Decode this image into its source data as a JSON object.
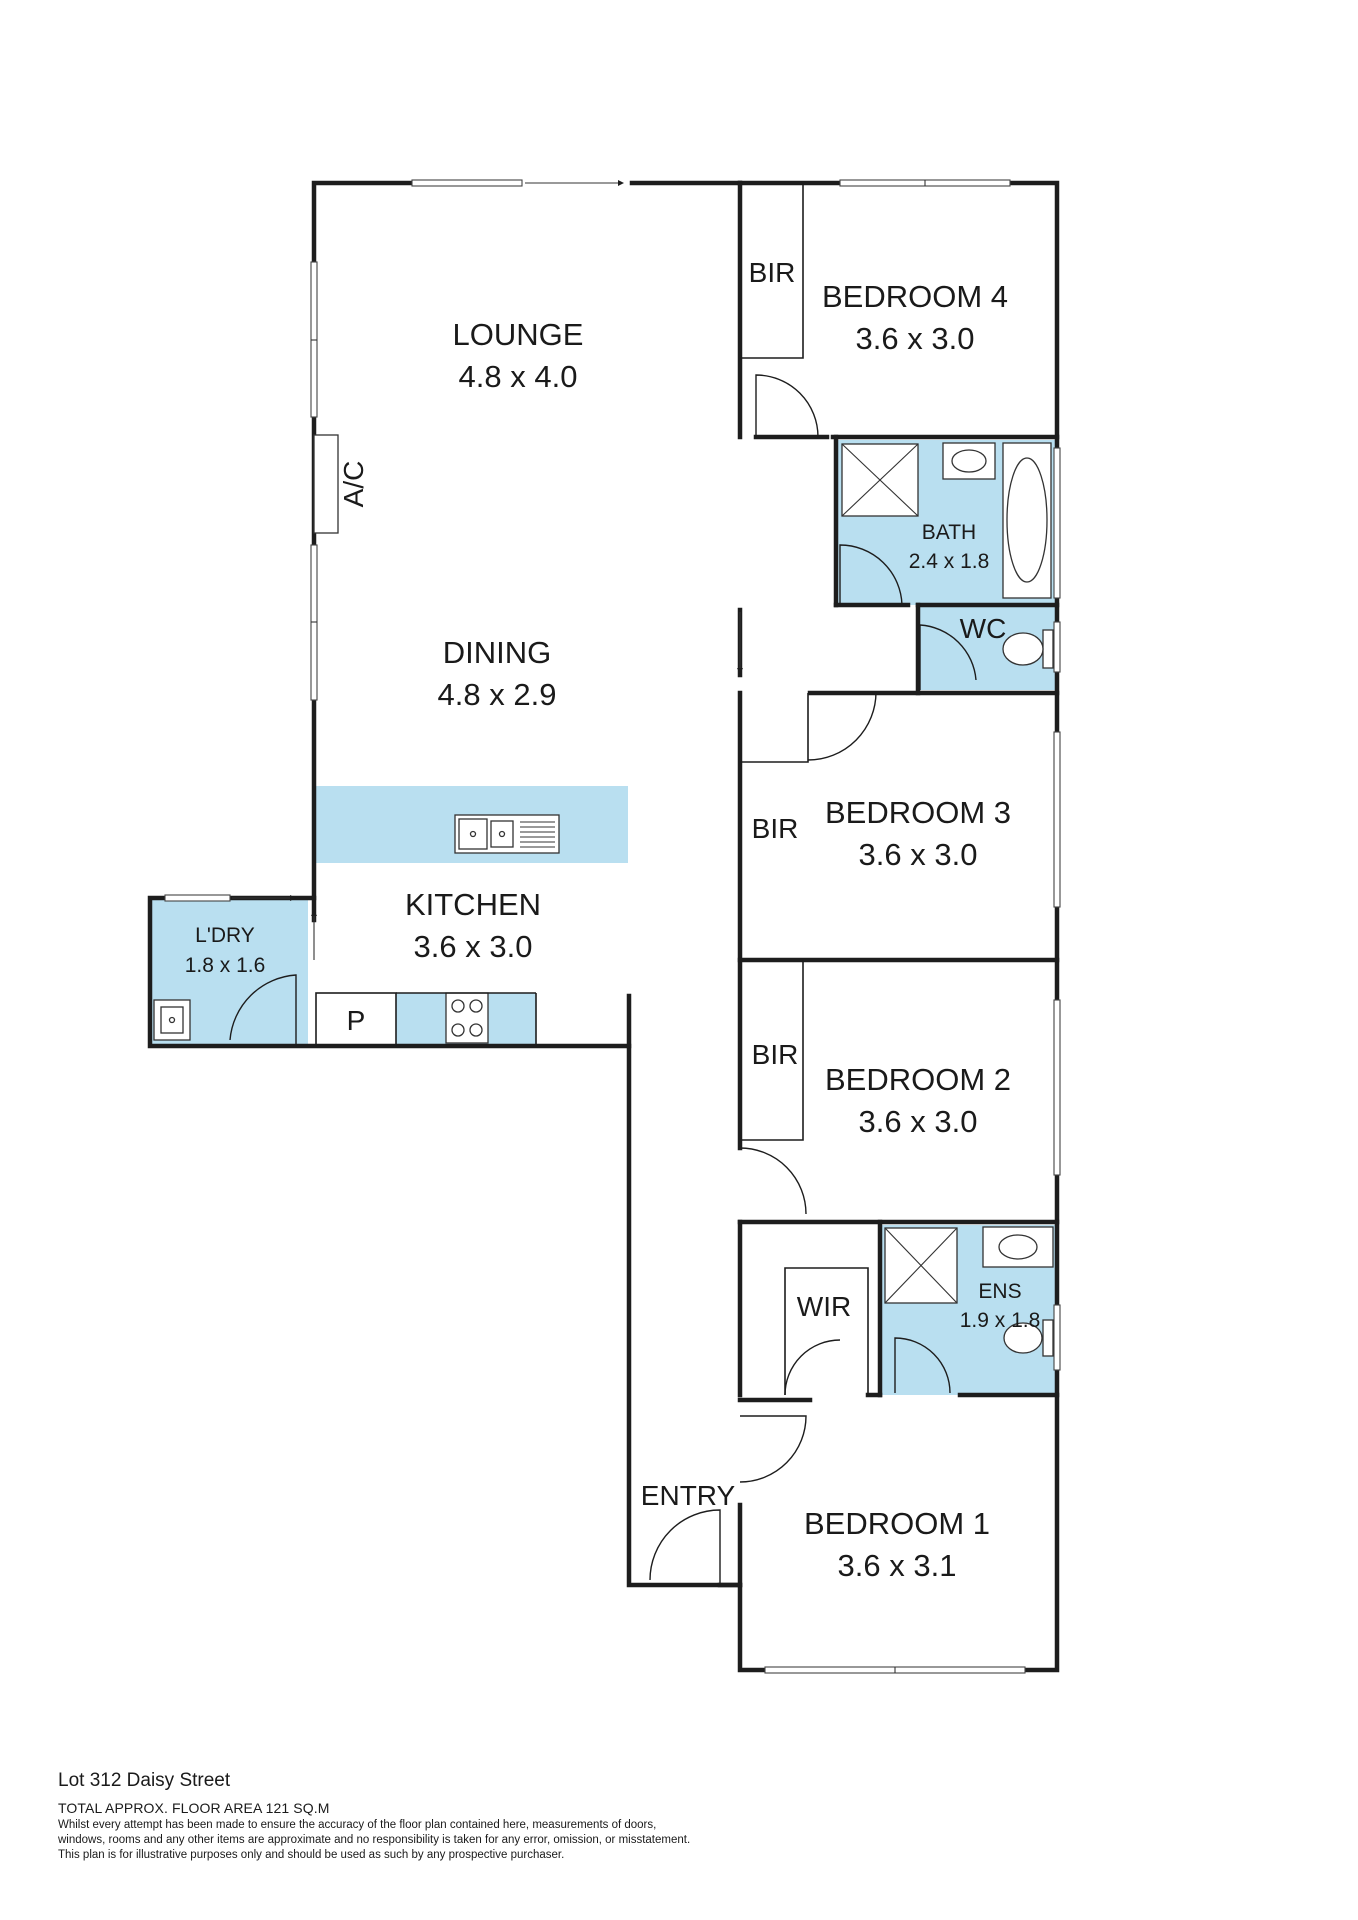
{
  "rooms": {
    "lounge": {
      "name": "LOUNGE",
      "size": "4.8 x 4.0"
    },
    "dining": {
      "name": "DINING",
      "size": "4.8 x 2.9"
    },
    "kitchen": {
      "name": "KITCHEN",
      "size": "3.6 x 3.0"
    },
    "laundry": {
      "name": "L'DRY",
      "size": "1.8 x 1.6"
    },
    "bedroom4": {
      "name": "BEDROOM 4",
      "size": "3.6 x 3.0"
    },
    "bedroom3": {
      "name": "BEDROOM 3",
      "size": "3.6 x 3.0"
    },
    "bedroom2": {
      "name": "BEDROOM 2",
      "size": "3.6 x 3.0"
    },
    "bedroom1": {
      "name": "BEDROOM 1",
      "size": "3.6 x 3.1"
    },
    "bath": {
      "name": "BATH",
      "size": "2.4 x 1.8"
    },
    "ensuite": {
      "name": "ENS",
      "size": "1.9 x 1.8"
    },
    "wc": {
      "name": "WC"
    },
    "entry": {
      "name": "ENTRY"
    },
    "ac": {
      "name": "A/C"
    },
    "pantry": {
      "name": "P"
    },
    "bir4": {
      "name": "BIR"
    },
    "bir3": {
      "name": "BIR"
    },
    "bir2": {
      "name": "BIR"
    },
    "wir": {
      "name": "WIR"
    }
  },
  "footer": {
    "address": "Lot 312 Daisy Street",
    "floor_area": "TOTAL APPROX. FLOOR AREA 121 SQ.M",
    "disclaimer": [
      "Whilst every attempt has been made to ensure the accuracy of the floor plan contained here, measurements of doors,",
      "windows, rooms and any other items are approximate and no responsibility is taken for any error, omission, or misstatement.",
      "This plan is for illustrative purposes only and should be used as such by any prospective purchaser."
    ]
  },
  "colors": {
    "wet_area": "#b9dff0",
    "walls": "#1d1d1d"
  }
}
